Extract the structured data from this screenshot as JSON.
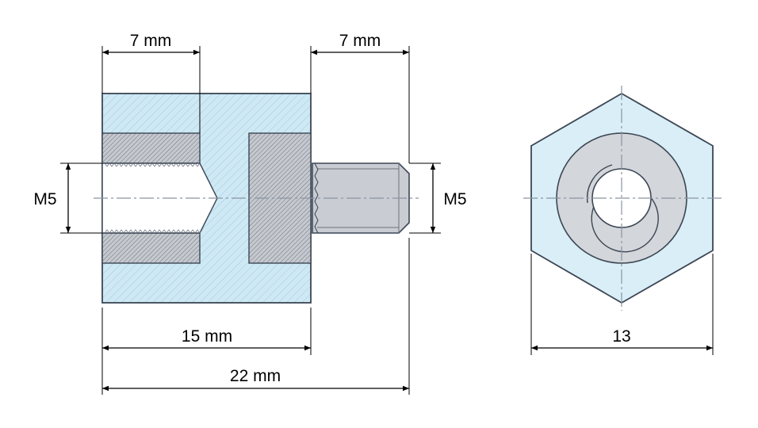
{
  "colors": {
    "body_fill": "#cfe9f4",
    "insert_fill": "#c9ccd2",
    "outline": "#3c4654",
    "dimension": "#000000",
    "center_line": "#8a94a2"
  },
  "labels": {
    "bore_depth": "7 mm",
    "stud_length": "7 mm",
    "thread_left": "M5",
    "thread_right": "M5",
    "body_length": "15 mm",
    "total_length": "22 mm",
    "hex_width": "13"
  }
}
